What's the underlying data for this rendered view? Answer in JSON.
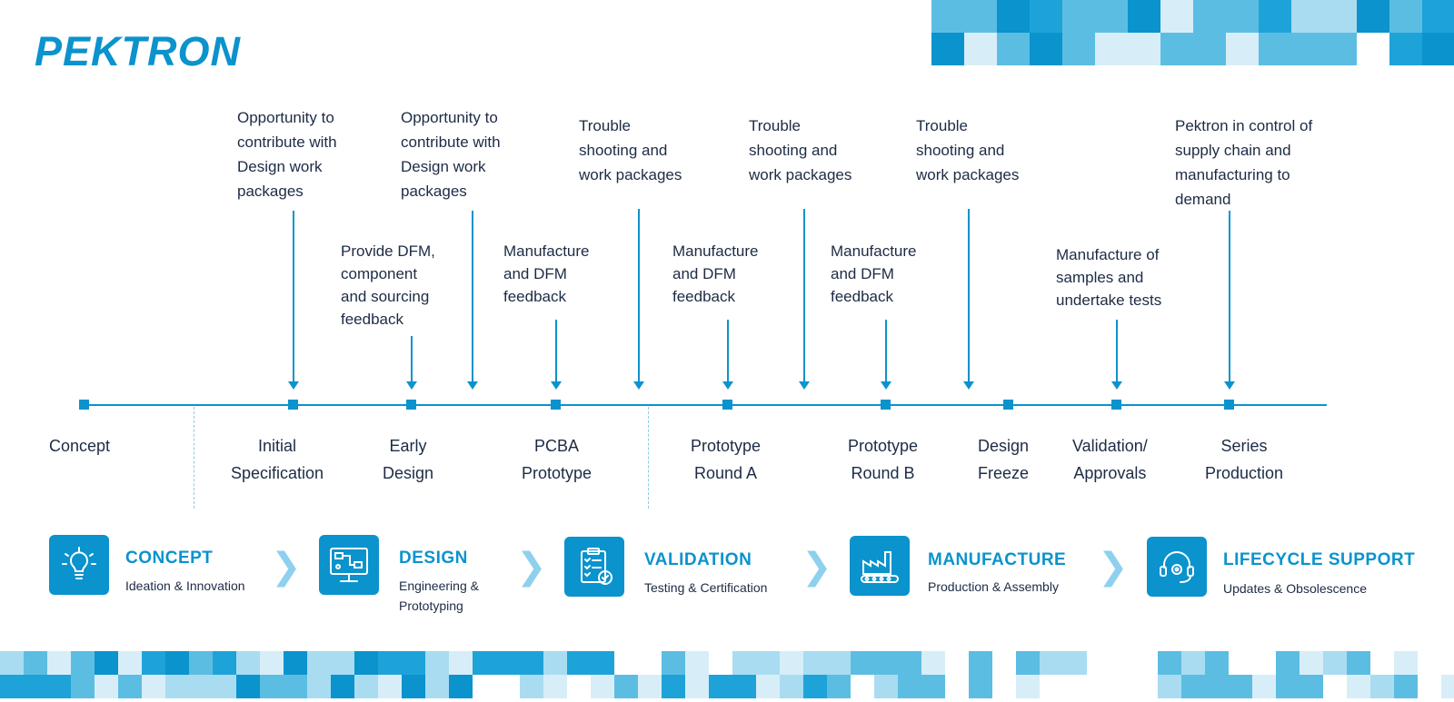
{
  "brand": {
    "logo_text": "PEKTRON",
    "accent": "#0a93cd",
    "light": "#8ed0ee"
  },
  "top_notes": [
    {
      "id": "n1",
      "lines": [
        "Opportunity to",
        "contribute with",
        "Design work",
        "packages"
      ]
    },
    {
      "id": "n2",
      "lines": [
        "Opportunity to",
        "contribute with",
        "Design work",
        "packages"
      ]
    },
    {
      "id": "n3",
      "lines": [
        "Trouble",
        "shooting and",
        "work packages"
      ]
    },
    {
      "id": "n4",
      "lines": [
        "Trouble",
        "shooting and",
        "work packages"
      ]
    },
    {
      "id": "n5",
      "lines": [
        "Trouble",
        "shooting and",
        "work packages"
      ]
    },
    {
      "id": "n6",
      "lines": [
        "Pektron in control of",
        "supply chain and",
        "manufacturing to",
        "demand"
      ]
    }
  ],
  "mid_notes": [
    {
      "id": "m1",
      "lines": [
        "Provide DFM,",
        "component",
        "and sourcing",
        "feedback"
      ]
    },
    {
      "id": "m2",
      "lines": [
        "Manufacture",
        "and DFM",
        "feedback"
      ]
    },
    {
      "id": "m3",
      "lines": [
        "Manufacture",
        "and DFM",
        "feedback"
      ]
    },
    {
      "id": "m4",
      "lines": [
        "Manufacture",
        "and DFM",
        "feedback"
      ]
    },
    {
      "id": "m5",
      "lines": [
        "Manufacture of",
        "samples and",
        "undertake tests"
      ]
    }
  ],
  "stages": [
    {
      "id": "s1",
      "lines": [
        "Concept"
      ]
    },
    {
      "id": "s2",
      "lines": [
        "Initial",
        "Specification"
      ]
    },
    {
      "id": "s3",
      "lines": [
        "Early",
        "Design"
      ]
    },
    {
      "id": "s4",
      "lines": [
        "PCBA",
        "Prototype"
      ]
    },
    {
      "id": "s5",
      "lines": [
        "Prototype",
        "Round A"
      ]
    },
    {
      "id": "s6",
      "lines": [
        "Prototype",
        "Round B"
      ]
    },
    {
      "id": "s7",
      "lines": [
        "Design",
        "Freeze"
      ]
    },
    {
      "id": "s8",
      "lines": [
        "Validation/",
        "Approvals"
      ]
    },
    {
      "id": "s9",
      "lines": [
        "Series",
        "Production"
      ]
    }
  ],
  "phases": [
    {
      "id": "p1",
      "icon": "lightbulb-icon",
      "title": "CONCEPT",
      "subtitle": "Ideation & Innovation"
    },
    {
      "id": "p2",
      "icon": "monitor-schematic-icon",
      "title": "DESIGN",
      "subtitle": "Engineering & Prototyping"
    },
    {
      "id": "p3",
      "icon": "clipboard-check-icon",
      "title": "VALIDATION",
      "subtitle": "Testing & Certification"
    },
    {
      "id": "p4",
      "icon": "factory-icon",
      "title": "MANUFACTURE",
      "subtitle": "Production & Assembly"
    },
    {
      "id": "p5",
      "icon": "headset-gear-icon",
      "title": "LIFECYCLE SUPPORT",
      "subtitle": "Updates & Obsolescence"
    }
  ],
  "chevron_glyph": "❯"
}
